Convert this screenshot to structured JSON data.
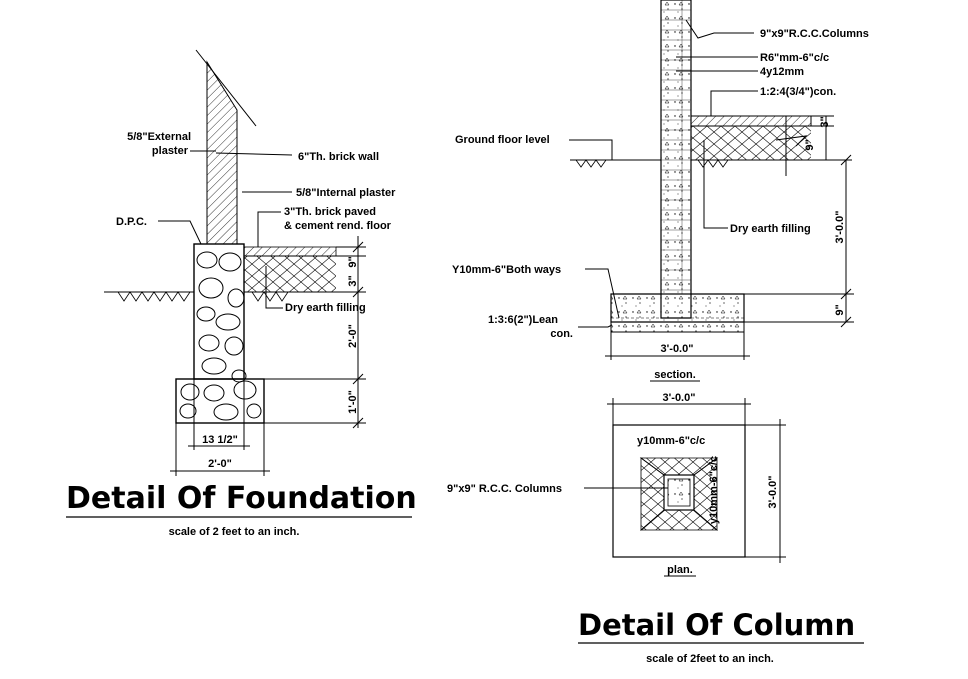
{
  "foundation": {
    "title": "Detail Of Foundation",
    "scale": "scale of 2 feet to an inch.",
    "labels": {
      "external_plaster_1": "5/8\"External",
      "external_plaster_2": "plaster",
      "brick_wall": "6\"Th. brick wall",
      "internal_plaster": "5/8\"Internal plaster",
      "dpc": "D.P.C.",
      "brick_paved_1": "3\"Th. brick paved",
      "brick_paved_2": "& cement rend. floor",
      "dry_earth": "Dry earth filling"
    },
    "dimensions": {
      "floor_depth": "9\"",
      "floor_thk": "3\"",
      "wall_depth": "2'-0\"",
      "footing_depth": "1'-0\"",
      "wall_width": "13 1/2\"",
      "footing_width": "2'-0\""
    }
  },
  "column": {
    "title": "Detail Of Column",
    "scale": "scale of 2feet to an inch.",
    "labels": {
      "rcc_columns": "9\"x9\"R.C.C.Columns",
      "ties": "R6\"mm-6\"c/c",
      "main_bars": "4y12mm",
      "concrete": "1:2:4(3/4\")con.",
      "ground_floor": "Ground floor level",
      "dry_earth": "Dry earth filling",
      "both_ways": "Y10mm-6\"Both ways",
      "lean_con_1": "1:3:6(2\")Lean",
      "lean_con_2": "con.",
      "section": "section.",
      "plan": "plan.",
      "plan_rebar_top": "y10mm-6\"c/c",
      "plan_rebar_side": "y10mm-6\"c/c",
      "plan_column": "9\"x9\" R.C.C. Columns"
    },
    "dimensions": {
      "slab_3": "3\"",
      "slab_9": "9\"",
      "depth": "3'-0.0\"",
      "footing_9": "9\"",
      "section_width": "3'-0.0\"",
      "plan_width": "3'-0.0\"",
      "plan_height": "3'-0.0\""
    }
  }
}
